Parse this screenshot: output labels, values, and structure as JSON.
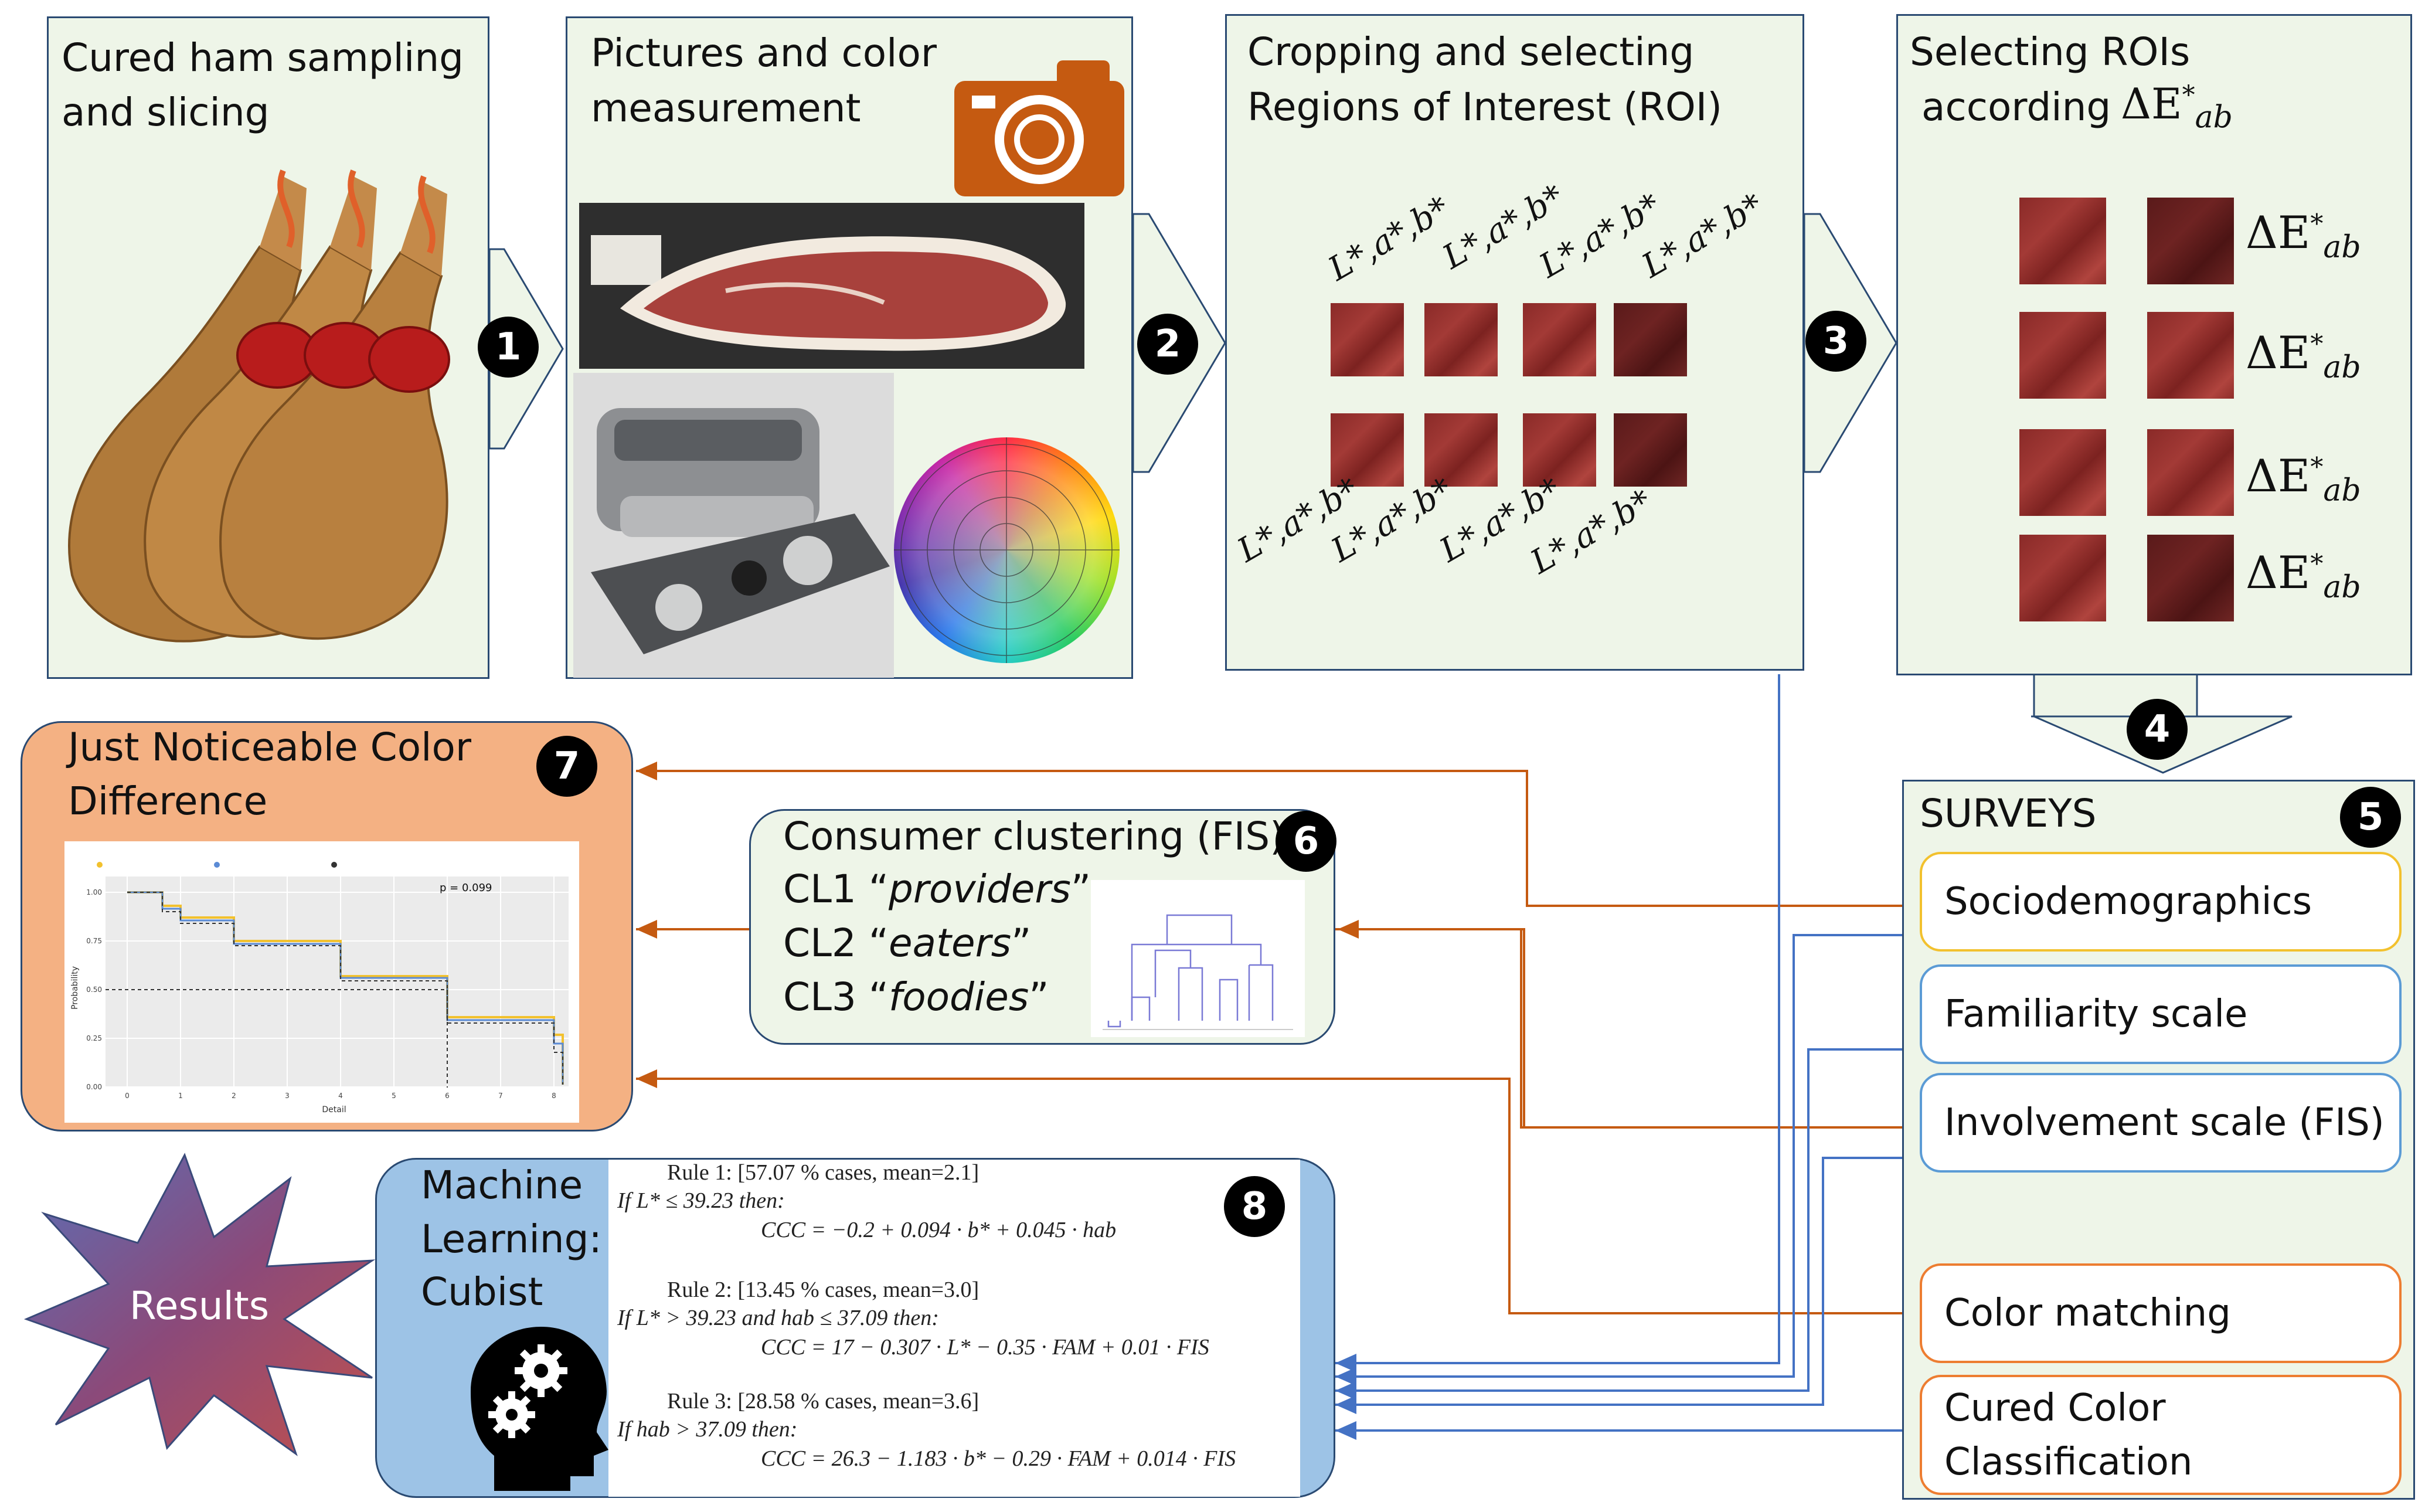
{
  "panels": {
    "p1": {
      "title_line1": "Cured ham sampling",
      "title_line2": "and slicing"
    },
    "p2": {
      "title_line1": "Pictures and color",
      "title_line2": "measurement"
    },
    "p3": {
      "title_line1": "Cropping and selecting",
      "title_line2": "Regions of Interest (ROI)"
    },
    "p4": {
      "title_line1": "Selecting ROIs",
      "title_line2": "according"
    },
    "p7": {
      "title_line1": "Just Noticeable Color",
      "title_line2": "Difference"
    },
    "p6": {
      "title": "Consumer clustering (FIS)",
      "clusters": [
        {
          "prefix": "CL1 “",
          "name": "providers",
          "suffix": "”"
        },
        {
          "prefix": "CL2 “",
          "name": "eaters",
          "suffix": "”"
        },
        {
          "prefix": "CL3 “",
          "name": "foodies",
          "suffix": "”"
        }
      ]
    },
    "p8": {
      "line1": "Machine",
      "line2": "Learning:",
      "line3": "Cubist"
    },
    "p5": {
      "title": "SURVEYS"
    }
  },
  "step_numbers": [
    "1",
    "2",
    "3",
    "4",
    "5",
    "6",
    "7",
    "8"
  ],
  "roi_label": "L*,a*,b*",
  "delta_label": {
    "base": "ΔE",
    "sup": "*",
    "sub": "ab"
  },
  "surveys": [
    {
      "label": "Sociodemographics",
      "color": "#f2c12e"
    },
    {
      "label": "Familiarity scale",
      "color": "#5b9bd5"
    },
    {
      "label": "Involvement  scale (FIS)",
      "color": "#5b9bd5"
    },
    {
      "label": "Color matching",
      "color": "#ed7d31"
    },
    {
      "label_line1": "Cured Color",
      "label_line2": "Classification",
      "color": "#ed7d31"
    }
  ],
  "results_label": "Results",
  "km_plot": {
    "p_value": "p = 0.099",
    "xlabel": "Detail",
    "ylabel": "Probability",
    "yticks": [
      "1.00",
      "0.75",
      "0.50",
      "0.25",
      "0.00"
    ],
    "xticks": [
      "0",
      "1",
      "2",
      "3",
      "4",
      "5",
      "6",
      "7",
      "8"
    ]
  },
  "rules": [
    {
      "header": "Rule 1: [57.07 % cases, mean=2.1]",
      "cond": "If L* ≤ 39.23 then:",
      "formula": "CCC = −0.2 + 0.094 · b* + 0.045 · hab"
    },
    {
      "header": "Rule 2: [13.45 % cases, mean=3.0]",
      "cond": "If L* > 39.23 and hab ≤ 37.09 then:",
      "formula": "CCC = 17  −  0.307 · L*  −  0.35 · FAM  +  0.01 · FIS"
    },
    {
      "header": "Rule 3: [28.58 % cases, mean=3.6]",
      "cond": "If hab > 37.09 then:",
      "formula": "CCC = 26.3 − 1.183 · b* − 0.29 · FAM + 0.014 · FIS"
    }
  ],
  "colors": {
    "panel_bg": "#eef5e8",
    "panel_border": "#2a4a72",
    "jnd_bg": "#f4b183",
    "ml_bg": "#9dc3e6",
    "cluster_bg": "#eef5e8",
    "orange_arrow": "#c55a11",
    "blue_arrow": "#4472c4",
    "results_star": "#8b4a7a",
    "camera": "#c55a11"
  }
}
